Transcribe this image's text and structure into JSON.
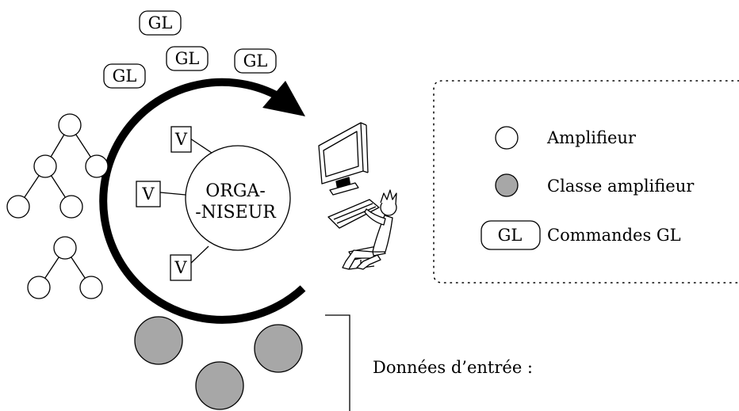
{
  "gl_commands": [
    {
      "label": "GL"
    },
    {
      "label": "GL"
    },
    {
      "label": "GL"
    },
    {
      "label": "GL"
    }
  ],
  "organizer": {
    "line1": "ORGA-",
    "line2": "-NISEUR"
  },
  "v_boxes": [
    {
      "label": "V"
    },
    {
      "label": "V"
    },
    {
      "label": "V"
    }
  ],
  "legend": {
    "amplifier": "Amplifieur",
    "amplifier_class": "Classe amplifieur",
    "gl_symbol": "GL",
    "gl_commands": "Commandes GL"
  },
  "input": {
    "label": "Données d’entrée :"
  },
  "colors": {
    "class_fill": "#a7a7a7",
    "stroke": "#000000",
    "background": "#ffffff"
  },
  "icons": {
    "user": "person-at-computer-icon",
    "cycle": "circular-arrow-icon"
  }
}
